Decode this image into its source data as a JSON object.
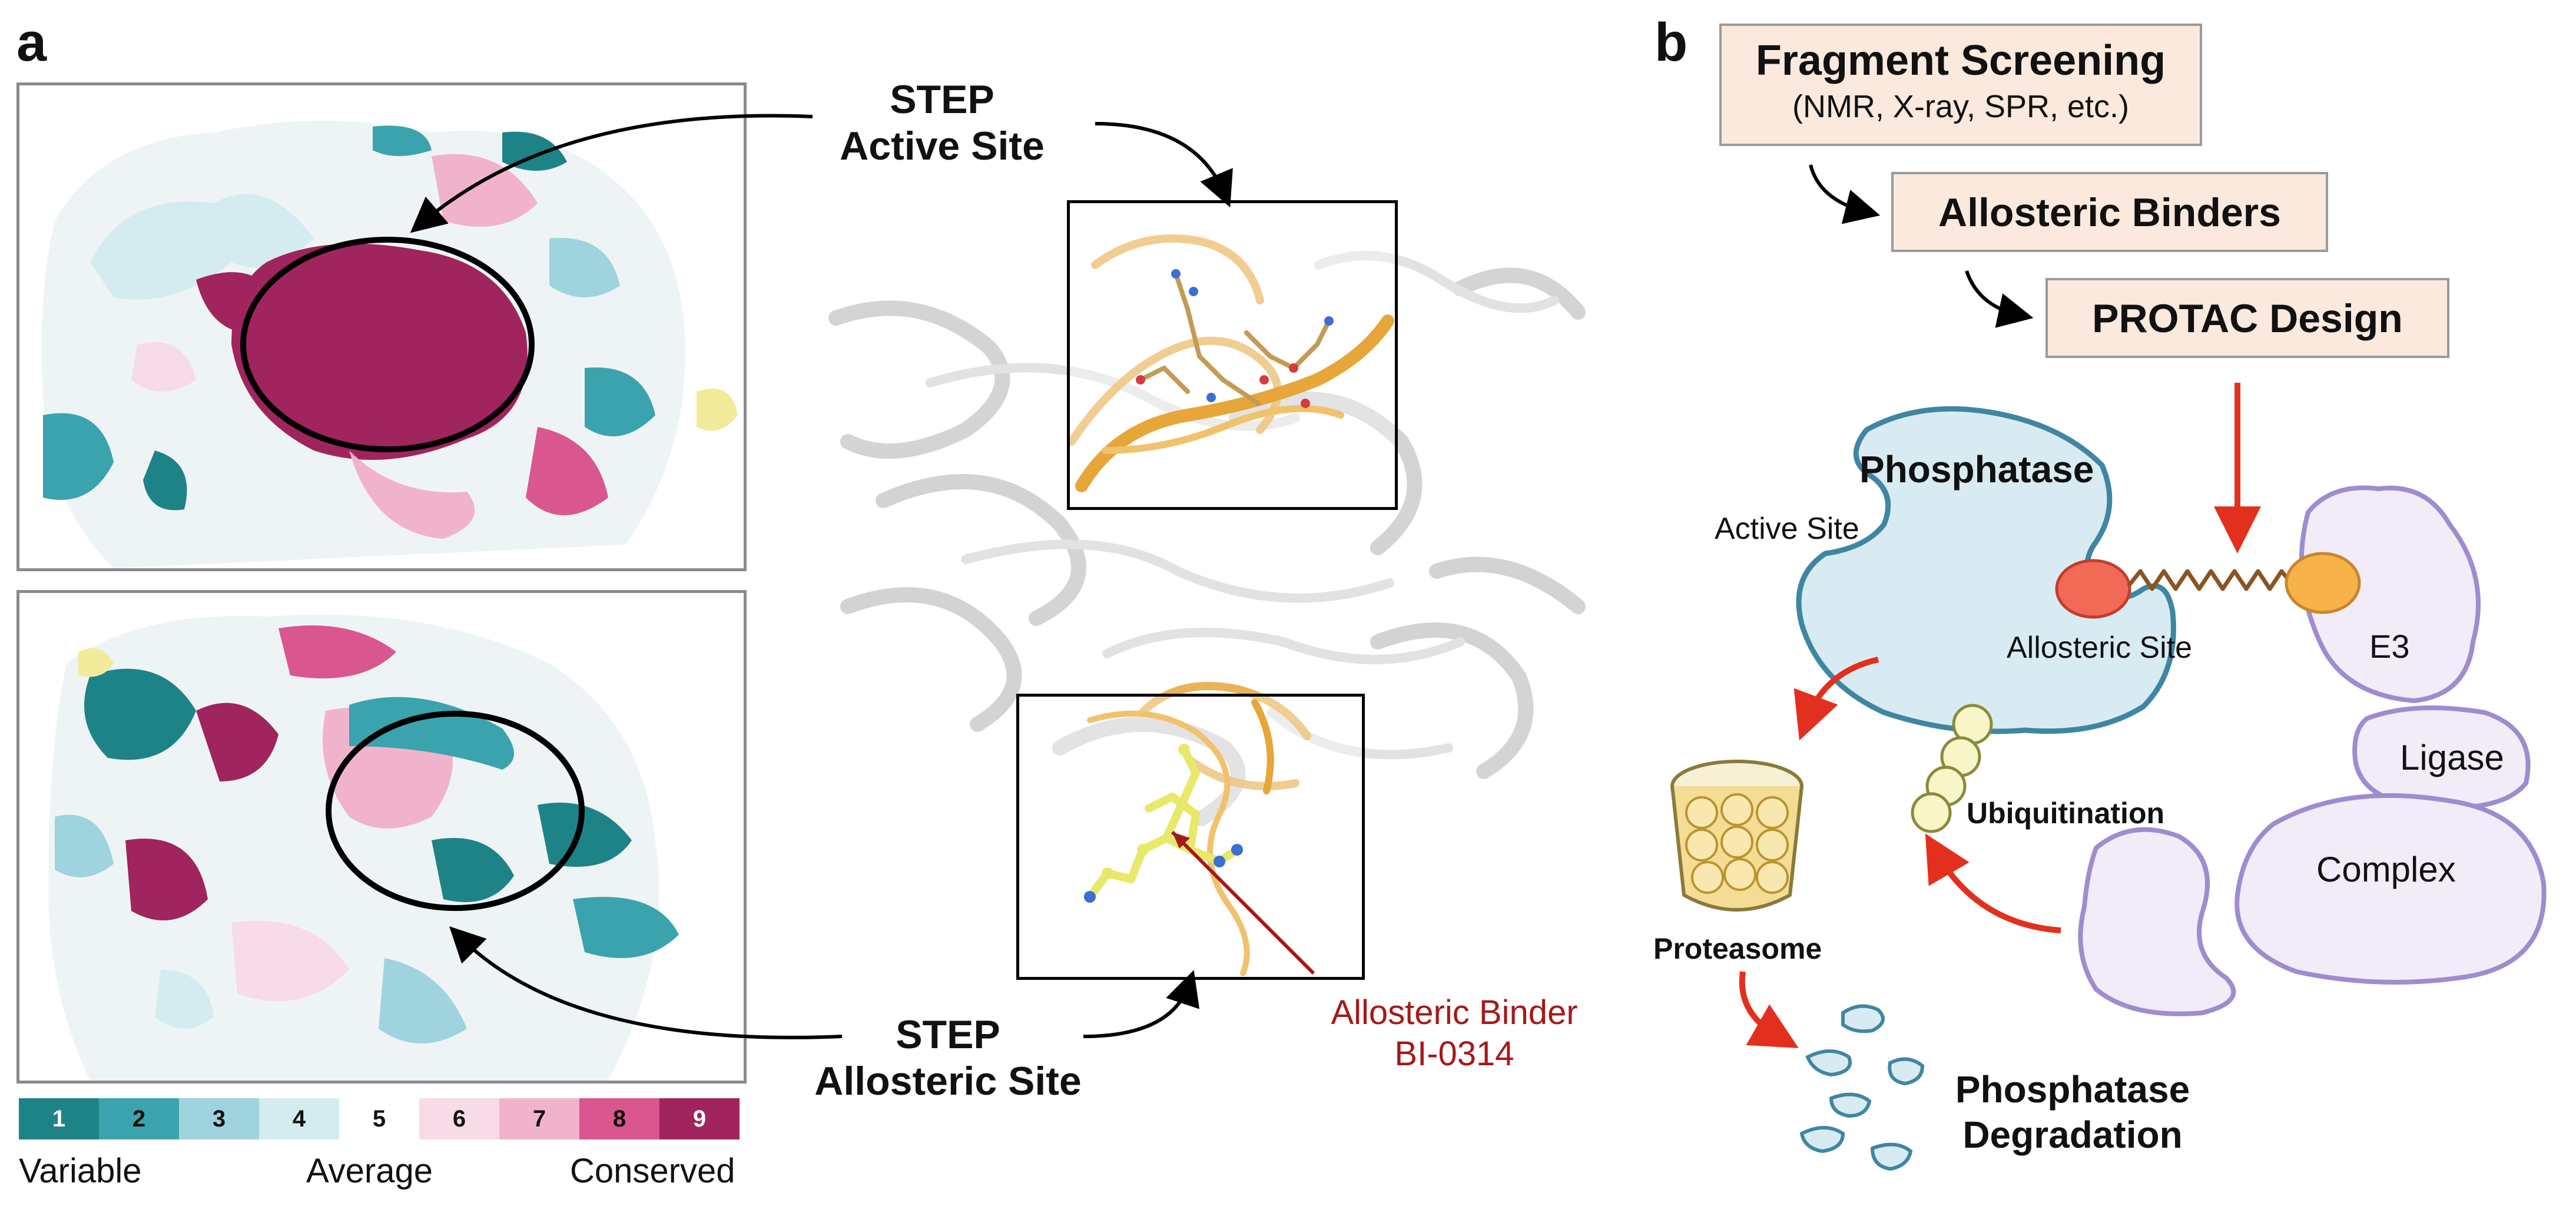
{
  "panel_a": {
    "letter": "a",
    "active_site_label_line1": "STEP",
    "active_site_label_line2": "Active Site",
    "allosteric_site_label_line1": "STEP",
    "allosteric_site_label_line2": "Allosteric Site",
    "binder_label_line1": "Allosteric Binder",
    "binder_label_line2": "BI-0314",
    "scale": {
      "values": [
        "1",
        "2",
        "3",
        "4",
        "5",
        "6",
        "7",
        "8",
        "9"
      ],
      "colors": [
        "#1e8387",
        "#3ba3ad",
        "#9fd3dd",
        "#d4ecef",
        "#ffffff",
        "#f7dbe7",
        "#f1b3cb",
        "#d9578e",
        "#a0245e"
      ],
      "label_left": "Variable",
      "label_mid": "Average",
      "label_right": "Conserved"
    }
  },
  "panel_b": {
    "letter": "b",
    "box1_title": "Fragment Screening",
    "box1_subtitle": "(NMR, X-ray, SPR, etc.)",
    "box2_title": "Allosteric Binders",
    "box3_title": "PROTAC Design",
    "phosphatase_label": "Phosphatase",
    "active_site_label": "Active Site",
    "allosteric_site_label": "Allosteric Site",
    "e3_label": "E3",
    "ligase_label": "Ligase",
    "complex_label": "Complex",
    "ubiquitination_label": "Ubiquitination",
    "proteasome_label": "Proteasome",
    "degradation_line1": "Phosphatase",
    "degradation_line2": "Degradation"
  }
}
